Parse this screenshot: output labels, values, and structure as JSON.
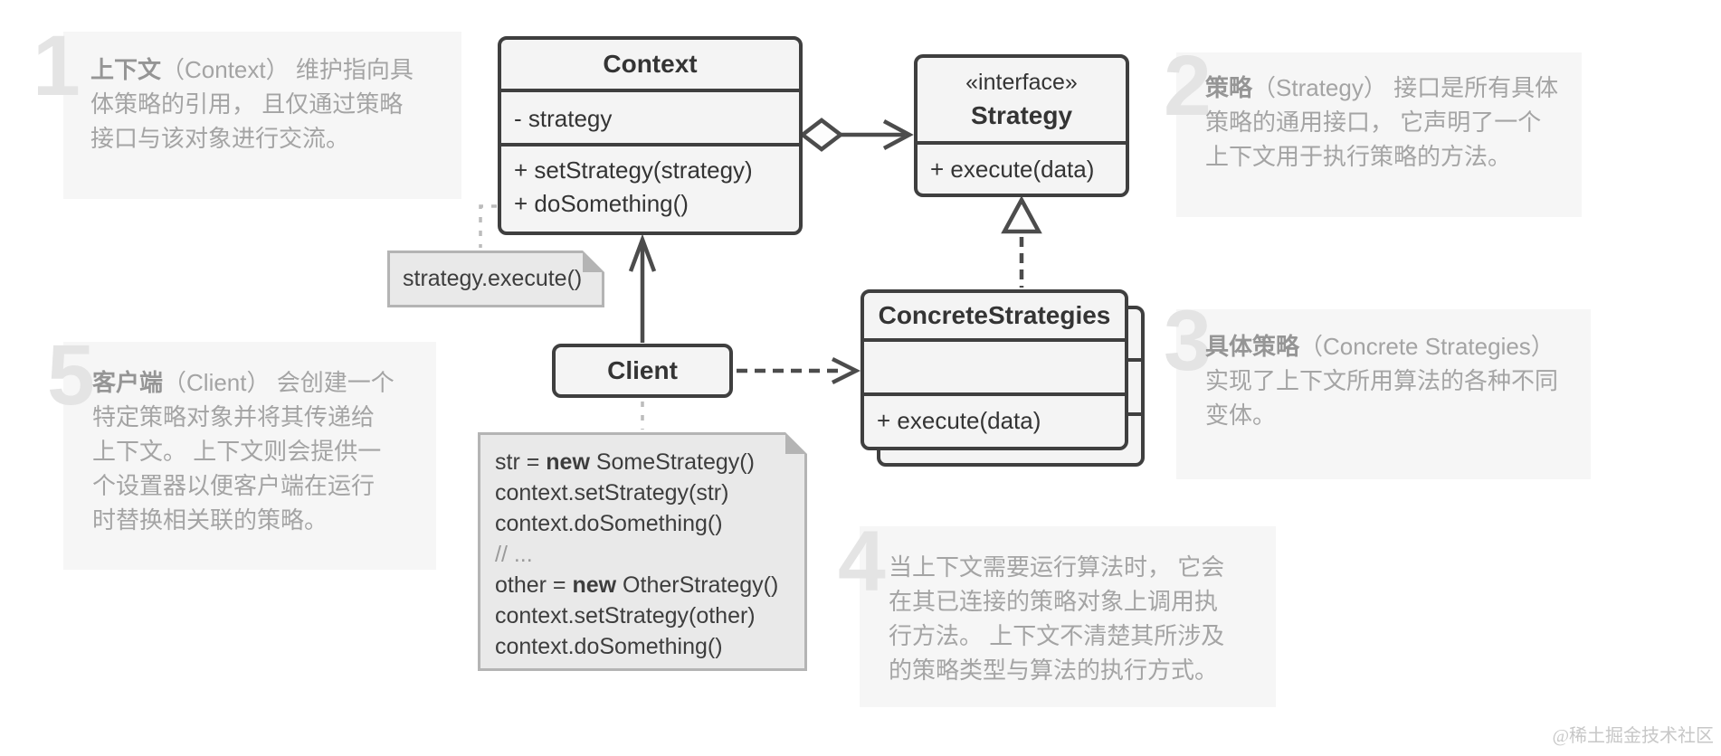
{
  "diagram": {
    "context": {
      "title": "Context",
      "attribute": "- strategy",
      "method1": "+ setStrategy(strategy)",
      "method2": "+ doSomething()"
    },
    "strategy": {
      "stereotype": "«interface»",
      "title": "Strategy",
      "method": "+ execute(data)"
    },
    "concrete": {
      "title": "ConcreteStrategies",
      "method": "+ execute(data)"
    },
    "client": {
      "title": "Client"
    },
    "note_call": {
      "text": "strategy.execute()"
    },
    "note_code": {
      "l1a": "str = ",
      "l1b": "new",
      "l1c": " SomeStrategy()",
      "l2": "context.setStrategy(str)",
      "l3": "context.doSomething()",
      "l4": "// ...",
      "l5a": "other = ",
      "l5b": "new",
      "l5c": " OtherStrategy()",
      "l6": "context.setStrategy(other)",
      "l7": "context.doSomething()"
    }
  },
  "annotations": [
    {
      "number": "1",
      "keyword": "上下文",
      "text": "（Context） 维护指向具\n体策略的引用， 且仅通过策略\n接口与该对象进行交流。"
    },
    {
      "number": "2",
      "keyword": "策略",
      "text": "（Strategy） 接口是所有具体\n策略的通用接口， 它声明了一个\n上下文用于执行策略的方法。"
    },
    {
      "number": "3",
      "keyword": "具体策略",
      "text": "（Concrete Strategies）\n实现了上下文所用算法的各种不同\n变体。"
    },
    {
      "number": "4",
      "keyword": "",
      "text": "当上下文需要运行算法时， 它会\n在其已连接的策略对象上调用执\n行方法。 上下文不清楚其所涉及\n的策略类型与算法的执行方式。"
    },
    {
      "number": "5",
      "keyword": "客户端",
      "text": "（Client） 会创建一个\n特定策略对象并将其传递给\n上下文。 上下文则会提供一\n个设置器以便客户端在运行\n时替换相关联的策略。"
    }
  ],
  "watermark": "@稀土掘金技术社区",
  "colors": {
    "box_border": "#3f3f3f",
    "box_fill": "#f4f4f4",
    "note_fill": "#e9e9e9",
    "note_border": "#b4b4b4",
    "arrow_dark": "#4c4c4c",
    "arrow_light": "#bcbcbc",
    "annotation_bg": "#f6f6f6",
    "annotation_text": "#a4a4a4",
    "annotation_number": "#e4e4e4",
    "watermark_text": "#c7c7c7"
  }
}
